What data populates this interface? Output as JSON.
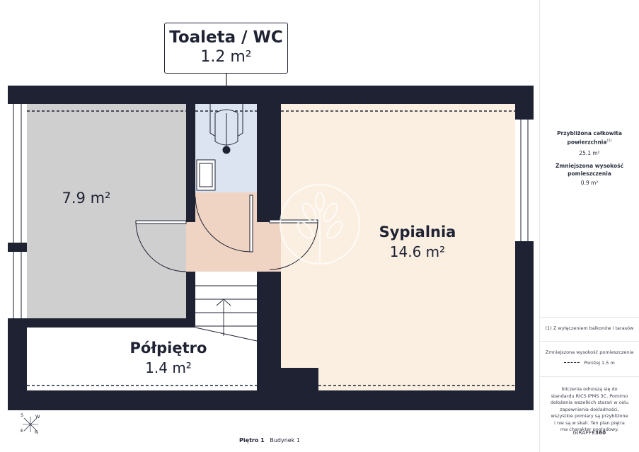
{
  "rooms": {
    "toilet": {
      "title": "Toaleta / WC",
      "area": "1.2 m²"
    },
    "room_left": {
      "area": "7.9 m²"
    },
    "bedroom": {
      "title": "Sypialnia",
      "area": "14.6 m²"
    },
    "landing": {
      "title": "Półpiętro",
      "area": "1.4 m²"
    }
  },
  "summary": {
    "total_label": "Przybliżona całkowita powierzchnia",
    "total_sup": "(1)",
    "total_value": "25.1 m²",
    "reduced_label": "Zmniejszona wysokość pomieszczenia",
    "reduced_value": "0.9 m²"
  },
  "footnote": "(1) Z wyłączeniem balkonów i tarasów",
  "legend": {
    "title": "Zmniejszona wysokość pomieszczenia",
    "item": "Poniżej 1.5 m"
  },
  "disclaimer": "bliczenia odnoszą się do standardu RICS IPMS 3C. Pomimo dołożenia wszelkich starań w celu zapewnienia dokładności, wszystkie pomiary są przybliżone i nie są w skali. Ten plan piętra ma charakter poglądowy.",
  "brand": {
    "name": "GIRAFFE",
    "num": "360"
  },
  "compass": {
    "s": "S",
    "w": "W",
    "e": "E",
    "n": "N"
  },
  "floor": {
    "level": "Piętro 1",
    "building": "Budynek 1"
  },
  "colors": {
    "wall": "#1e2233",
    "room_grey": "#cfcfcf",
    "toilet_blue": "#dde4f1",
    "hall_pink": "#efd4c4",
    "bedroom_cream": "#fbefe2"
  }
}
